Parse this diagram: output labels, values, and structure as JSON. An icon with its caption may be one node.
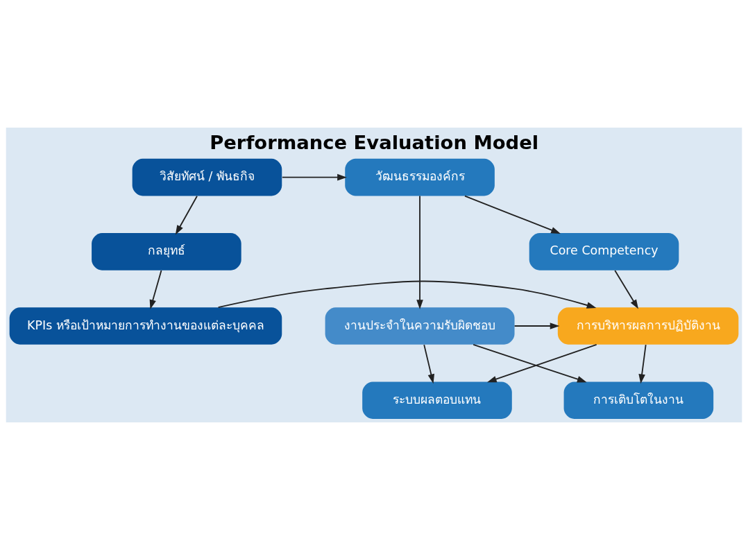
{
  "diagram": {
    "title": "Performance Evaluation Model",
    "nodes": [
      {
        "text": [
          "วิสัยทัศน์ / พันธกิจ"
        ]
      },
      {
        "text": [
          "วัฒนธรรมองค์กร"
        ]
      },
      {
        "text": [
          "กลยุทธ์"
        ]
      },
      {
        "text": [
          "Core Competency"
        ]
      },
      {
        "text": [
          "KPIs หรือเป้าหมายการทำงานของแต่ละบุคคล"
        ]
      },
      {
        "text": [
          "การบริหารผลการปฏิบัติงาน"
        ]
      },
      {
        "text": [
          "งานประจำในความรับผิดชอบ"
        ]
      },
      {
        "text": [
          "ระบบผลตอบแทน"
        ]
      },
      {
        "text": [
          "การเติบโตในงาน"
        ]
      }
    ],
    "edges": [
      {
        "from": 0,
        "to": 1,
        "arrow": "to"
      },
      {
        "from": 0,
        "to": 2,
        "arrow": "to"
      },
      {
        "from": 1,
        "to": 3,
        "arrow": "to"
      },
      {
        "from": 1,
        "to": 6,
        "arrow": "to"
      },
      {
        "from": 2,
        "to": 4,
        "arrow": "to"
      },
      {
        "from": 3,
        "to": 5,
        "arrow": "to"
      },
      {
        "from": 4,
        "to": 5,
        "arrow": "to"
      },
      {
        "from": 6,
        "to": 5,
        "arrow": "to"
      },
      {
        "from": 5,
        "to": 7,
        "arrow": "to"
      },
      {
        "from": 5,
        "to": 8,
        "arrow": "to"
      },
      {
        "from": 6,
        "to": 7,
        "arrow": "to"
      },
      {
        "from": 6,
        "to": 8,
        "arrow": "to"
      }
    ]
  }
}
